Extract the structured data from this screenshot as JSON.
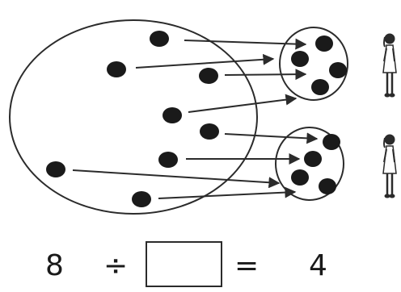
{
  "equation": {
    "dividend": "8",
    "operator": "÷",
    "divisor_box_value": "",
    "equals": "=",
    "quotient": "4"
  },
  "diagram": {
    "total_dots": 8,
    "groups": [
      {
        "label": "group-1",
        "dots": 4
      },
      {
        "label": "group-2",
        "dots": 4
      }
    ],
    "people": [
      {
        "label": "girl-1"
      },
      {
        "label": "girl-2"
      }
    ],
    "colors": {
      "dot": "#1a1a1a",
      "stroke": "#2b2b2b",
      "background": "#ffffff"
    }
  }
}
